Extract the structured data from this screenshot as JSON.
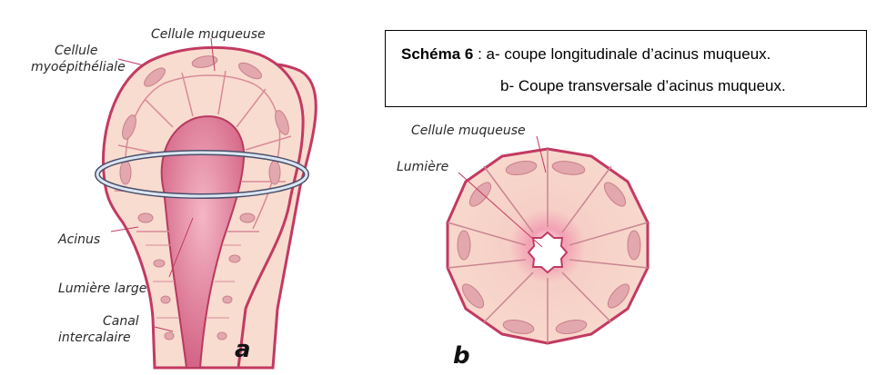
{
  "caption": {
    "title": "Schéma 6",
    "line1": " : a- coupe longitudinale d’acinus muqueux.",
    "line2": "b- Coupe transversale d’acinus muqueux."
  },
  "figure_a": {
    "panel_letter": "a",
    "labels": {
      "mucous_cell": "Cellule muqueuse",
      "myo_1": "Cellule",
      "myo_2": "myoépithéliale",
      "acinus": "Acinus",
      "wide_lumen": "Lumière large",
      "canal_1": "Canal",
      "canal_2": "intercalaire"
    }
  },
  "figure_b": {
    "panel_letter": "b",
    "labels": {
      "mucous_cell": "Cellule muqueuse",
      "lumen": "Lumière"
    }
  },
  "colors": {
    "outline": "#c23a62",
    "cell_fill": "#f6d4c8",
    "nucleus": "#e2a8ad",
    "lumen": "#d86b8a"
  }
}
